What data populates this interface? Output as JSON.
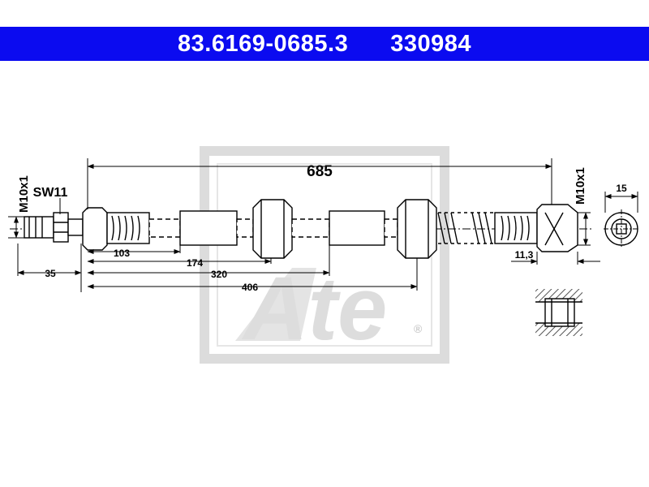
{
  "header": {
    "part_number": "83.6169-0685.3",
    "ref_number": "330984"
  },
  "dimensions": {
    "total_length": "685",
    "d103": "103",
    "d174": "174",
    "d320": "320",
    "d406": "406",
    "d35": "35",
    "thread_left": "M10x1",
    "thread_right": "M10x1",
    "wrench_size": "SW11",
    "diameter": "15",
    "fitting_length": "11,3"
  },
  "watermark": {
    "brand": "Ate",
    "registered": "®"
  },
  "colors": {
    "header_bg": "#0b0bf0",
    "line": "#000000",
    "hatch": "#555555",
    "watermark": "#d8d8d8"
  }
}
